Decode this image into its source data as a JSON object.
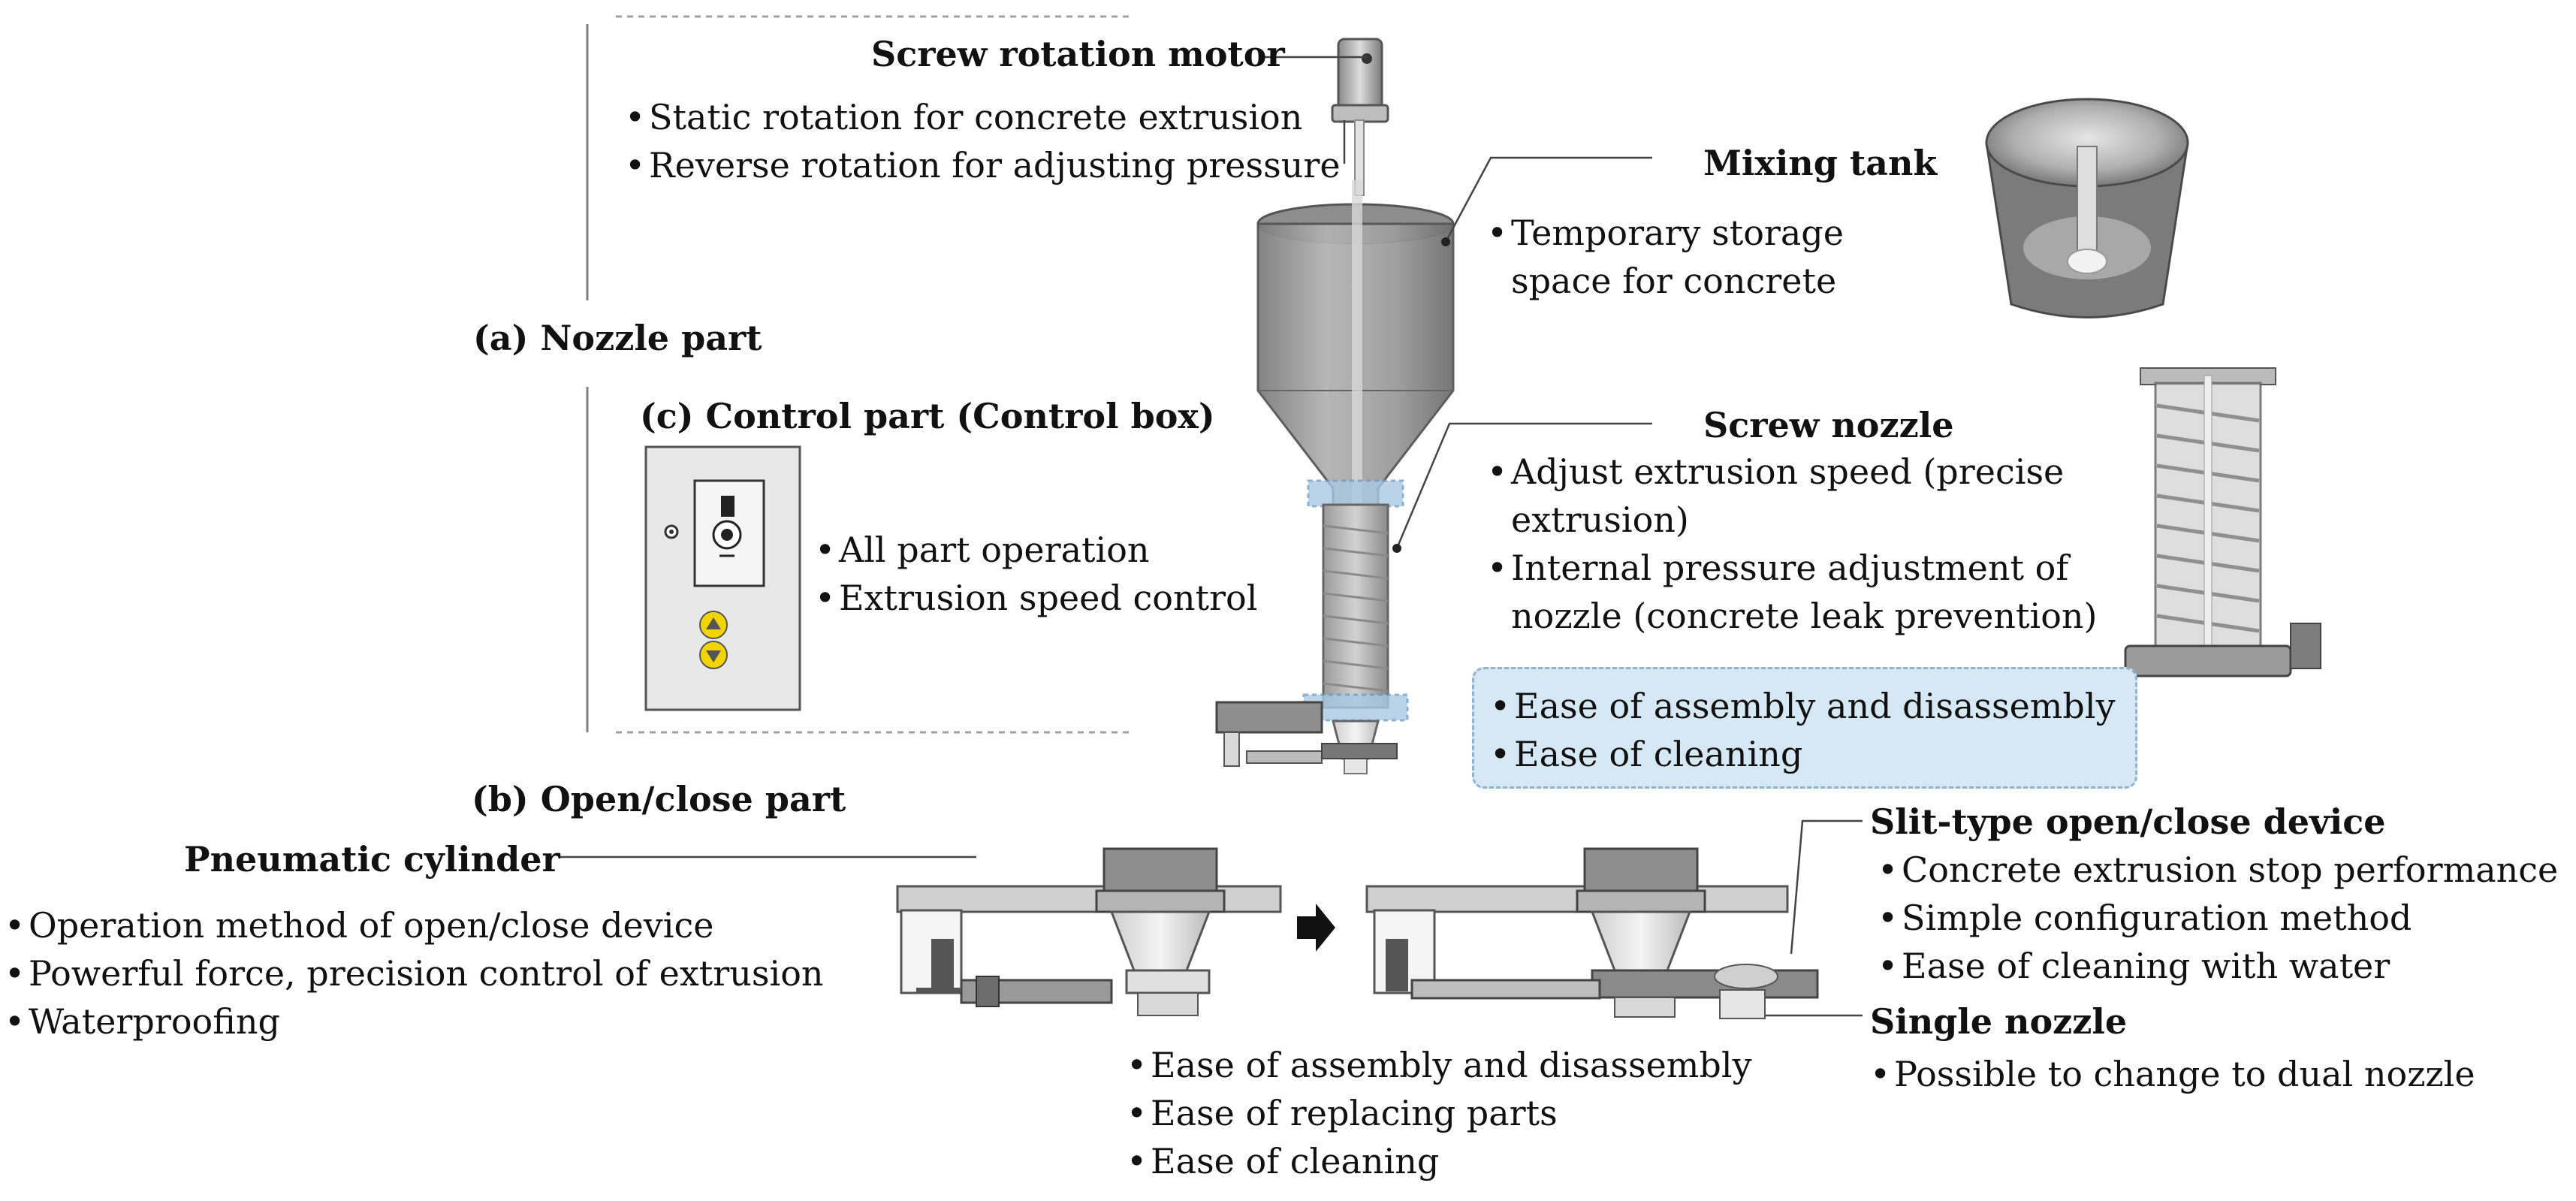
{
  "nozzle": {
    "title": "(a) Nozzle part",
    "motor": {
      "title": "Screw rotation motor",
      "bullets": [
        "Static rotation for concrete extrusion",
        "Reverse rotation for adjusting pressure"
      ]
    },
    "mixing_tank": {
      "title": "Mixing tank",
      "bullets": [
        [
          "Temporary storage",
          "space for concrete"
        ]
      ]
    },
    "screw_nozzle": {
      "title": "Screw nozzle",
      "bullets": [
        [
          "Adjust extrusion speed (precise",
          "extrusion)"
        ],
        [
          "Internal pressure adjustment of",
          "nozzle (concrete leak prevention)"
        ]
      ]
    },
    "highlight": {
      "bullets": [
        "Ease of assembly and disassembly",
        "Ease of cleaning"
      ]
    }
  },
  "control": {
    "title": "(c) Control part (Control box)",
    "bullets": [
      "All part operation",
      "Extrusion speed control"
    ]
  },
  "open_close": {
    "title": "(b) Open/close part",
    "pneumatic": {
      "title": "Pneumatic cylinder",
      "bullets": [
        "Operation method of open/close device",
        "Powerful force, precision control of extrusion",
        "Waterproofing"
      ]
    },
    "slit_device": {
      "title": "Slit-type open/close device",
      "bullets": [
        "Concrete extrusion stop performance",
        "Simple configuration method",
        "Ease of cleaning with water"
      ]
    },
    "single_nozzle": {
      "title": "Single nozzle",
      "bullets": [
        "Possible to change to dual nozzle"
      ]
    },
    "bottom": {
      "bullets": [
        "Ease of assembly and disassembly",
        "Ease of replacing parts",
        "Ease of cleaning"
      ]
    }
  },
  "colors": {
    "highlight_fill": "#d6e8f4",
    "highlight_border": "#8fb4d0",
    "button_yellow": "#f2d400",
    "machine_gray": "#9a9a9a"
  }
}
